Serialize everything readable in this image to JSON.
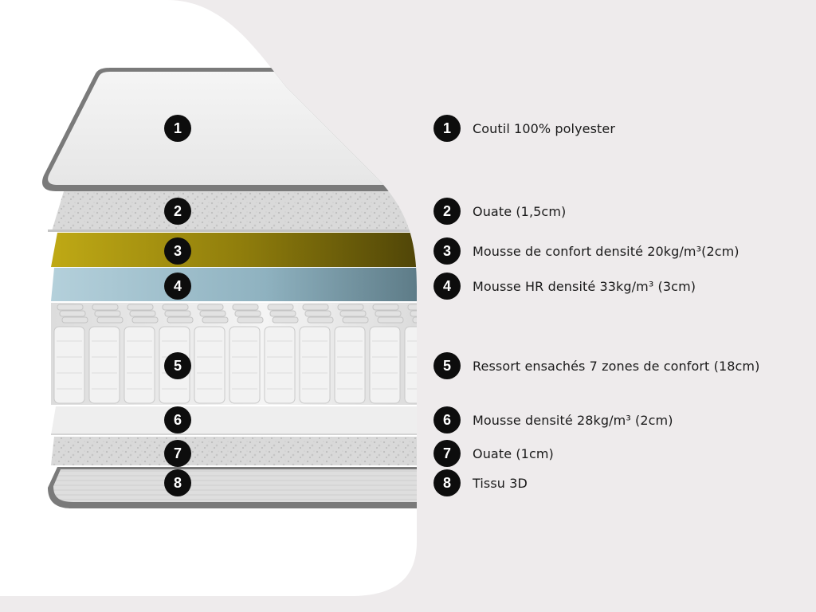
{
  "colors": {
    "page_background": "#eeebec",
    "panel_background": "#ffffff",
    "marker_fill": "#0d0d0d",
    "marker_text": "#ffffff",
    "layer_cover": "#f0f0f0",
    "layer_cover_edge": "#7a7a7a",
    "layer_wadding": "#dcdcdc",
    "layer_comfort_foam": "#c9b21a",
    "layer_hr_foam": "#a9c8d4",
    "layer_springs": "#e9e9e9",
    "layer_foam_28": "#ededed",
    "layer_3d_fabric": "#d8d8d8"
  },
  "layers": [
    {
      "number": "1",
      "label": "Coutil 100% polyester"
    },
    {
      "number": "2",
      "label": "Ouate (1,5cm)"
    },
    {
      "number": "3",
      "label": "Mousse de confort densité 20kg/m³(2cm)"
    },
    {
      "number": "4",
      "label": "Mousse HR densité 33kg/m³ (3cm)"
    },
    {
      "number": "5",
      "label": "Ressort ensachés 7 zones de confort (18cm)"
    },
    {
      "number": "6",
      "label": "Mousse densité 28kg/m³ (2cm)"
    },
    {
      "number": "7",
      "label": "Ouate (1cm)"
    },
    {
      "number": "8",
      "label": "Tissu 3D"
    }
  ]
}
